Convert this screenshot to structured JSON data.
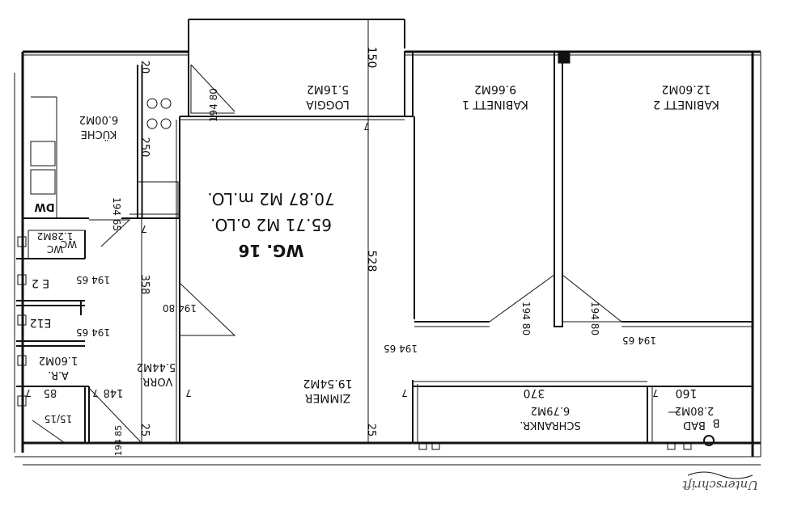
{
  "floorplan": {
    "unit": {
      "number": "WG. 16",
      "area_gross": "65.71 M2 o.LO.",
      "area_net": "70.87 M2 m.LO."
    },
    "rooms": [
      {
        "id": "loggia",
        "name": "LOGGIA",
        "area": "5.16M2"
      },
      {
        "id": "kabinett1",
        "name": "KABINETT 1",
        "area": "9.66M2"
      },
      {
        "id": "kabinett2",
        "name": "KABINETT 2",
        "area": "12.60M2"
      },
      {
        "id": "kueche",
        "name": "KÜCHE",
        "area": "6.00M2"
      },
      {
        "id": "zimmer",
        "name": "ZIMMER",
        "area": "19.54M2"
      },
      {
        "id": "vorr",
        "name": "VORR.",
        "area": "5.44M2"
      },
      {
        "id": "ar",
        "name": "A.R.",
        "area": "1.60M2"
      },
      {
        "id": "wc",
        "name": "WC",
        "area": "1.28M2"
      },
      {
        "id": "schrank",
        "name": "SCHRANKR.",
        "area": "6.79M2"
      },
      {
        "id": "bad",
        "name": "BAD",
        "area": "2.80M2"
      }
    ],
    "dimensions": {
      "d150": "150",
      "d528": "528",
      "d250": "250",
      "d358": "358",
      "d20": "20",
      "d25a": "25",
      "d25b": "25",
      "d370": "370",
      "d160": "160",
      "d148": "148",
      "d85": "85",
      "d1515": "15/15",
      "d7_a": "7",
      "d7_b": "7",
      "d7_c": "7",
      "d7_d": "7",
      "d7_e": "7",
      "d7_f": "7",
      "d7_g": "7",
      "door_194_80_loggia": "194 80",
      "door_194_65_kitchen": "194 65",
      "door_194_80_zimmer": "194 80",
      "door_194_65_e2": "194 65",
      "door_194_65_e12": "194 65",
      "door_194_80_k1": "194 80",
      "door_194_80_k2": "194 80",
      "door_194_65_k2b": "194 65",
      "door_194_65_vorr": "194 65",
      "door_194_85": "194 85"
    },
    "symbols": {
      "dw": "DW",
      "e2": "E 2",
      "e12": "E12",
      "wc2": "WC",
      "b": "B"
    },
    "signature": "Unterschrift"
  }
}
